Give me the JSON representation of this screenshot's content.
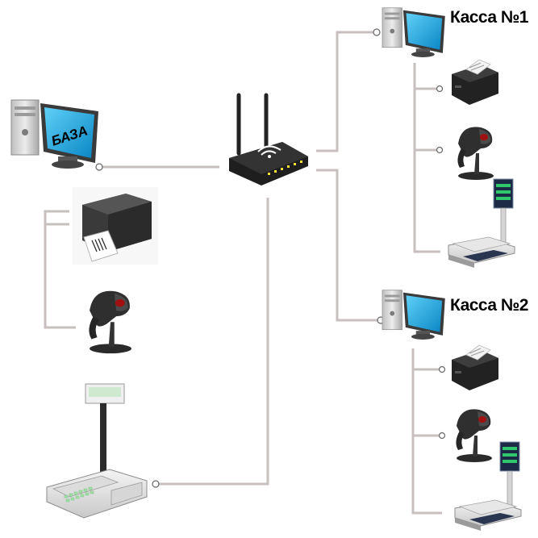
{
  "nodes": {
    "base_pc": {
      "screen_label": "БАЗА"
    },
    "kassa1": {
      "label": "Касса №1"
    },
    "kassa2": {
      "label": "Касса №2"
    }
  },
  "colors": {
    "line": "#c8bfbf",
    "screen": "#1aa9e0",
    "device_dark": "#2b2b2b",
    "case": "#d9d9d9"
  },
  "icons": [
    "pc-icon",
    "router-icon",
    "label-printer-icon",
    "barcode-scanner-icon",
    "label-scale-icon",
    "receipt-printer-icon",
    "price-scale-icon"
  ]
}
